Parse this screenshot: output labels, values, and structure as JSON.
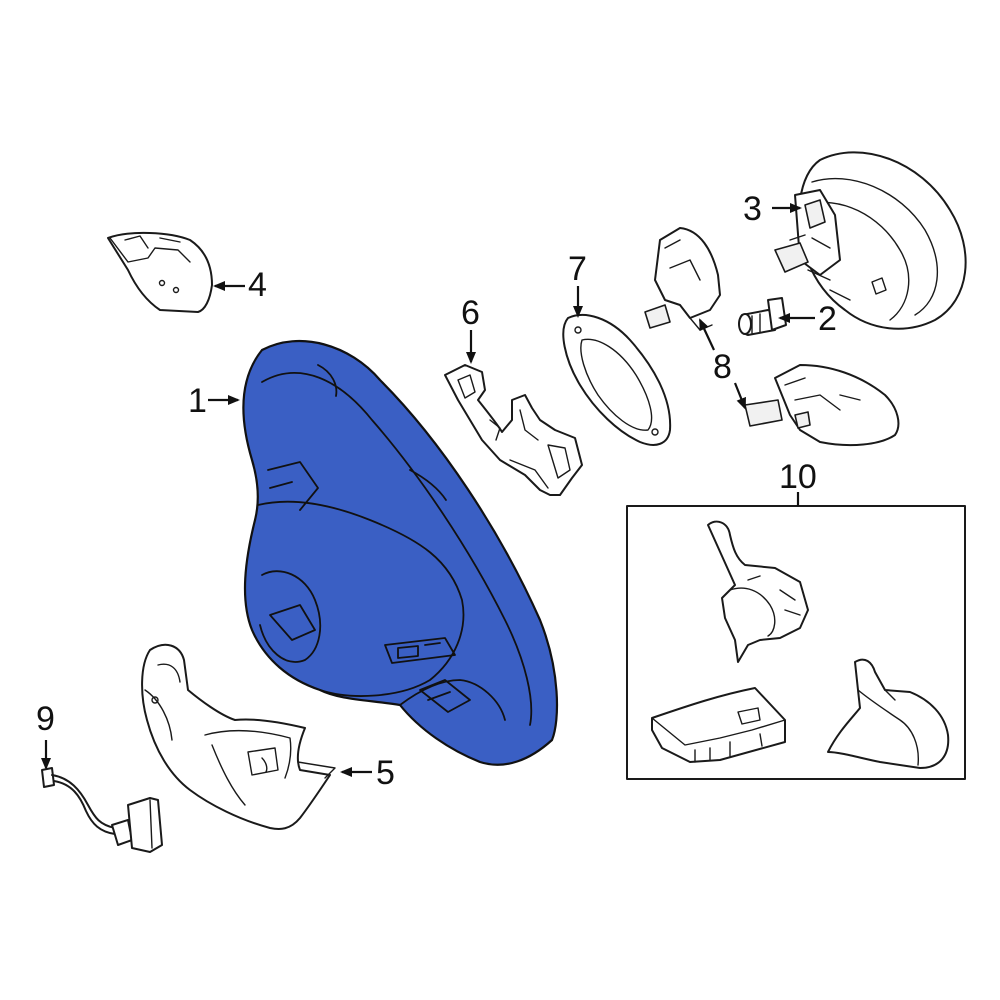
{
  "diagram": {
    "highlight_color": "#3a5fc4",
    "line_color": "#1a1a1a",
    "background": "#ffffff",
    "highlighted_part": "1",
    "callouts": [
      {
        "id": "c1",
        "label": "1"
      },
      {
        "id": "c2",
        "label": "2"
      },
      {
        "id": "c3",
        "label": "3"
      },
      {
        "id": "c4",
        "label": "4"
      },
      {
        "id": "c5",
        "label": "5"
      },
      {
        "id": "c6",
        "label": "6"
      },
      {
        "id": "c7",
        "label": "7"
      },
      {
        "id": "c8",
        "label": "8"
      },
      {
        "id": "c9",
        "label": "9"
      },
      {
        "id": "c10",
        "label": "10"
      }
    ]
  }
}
